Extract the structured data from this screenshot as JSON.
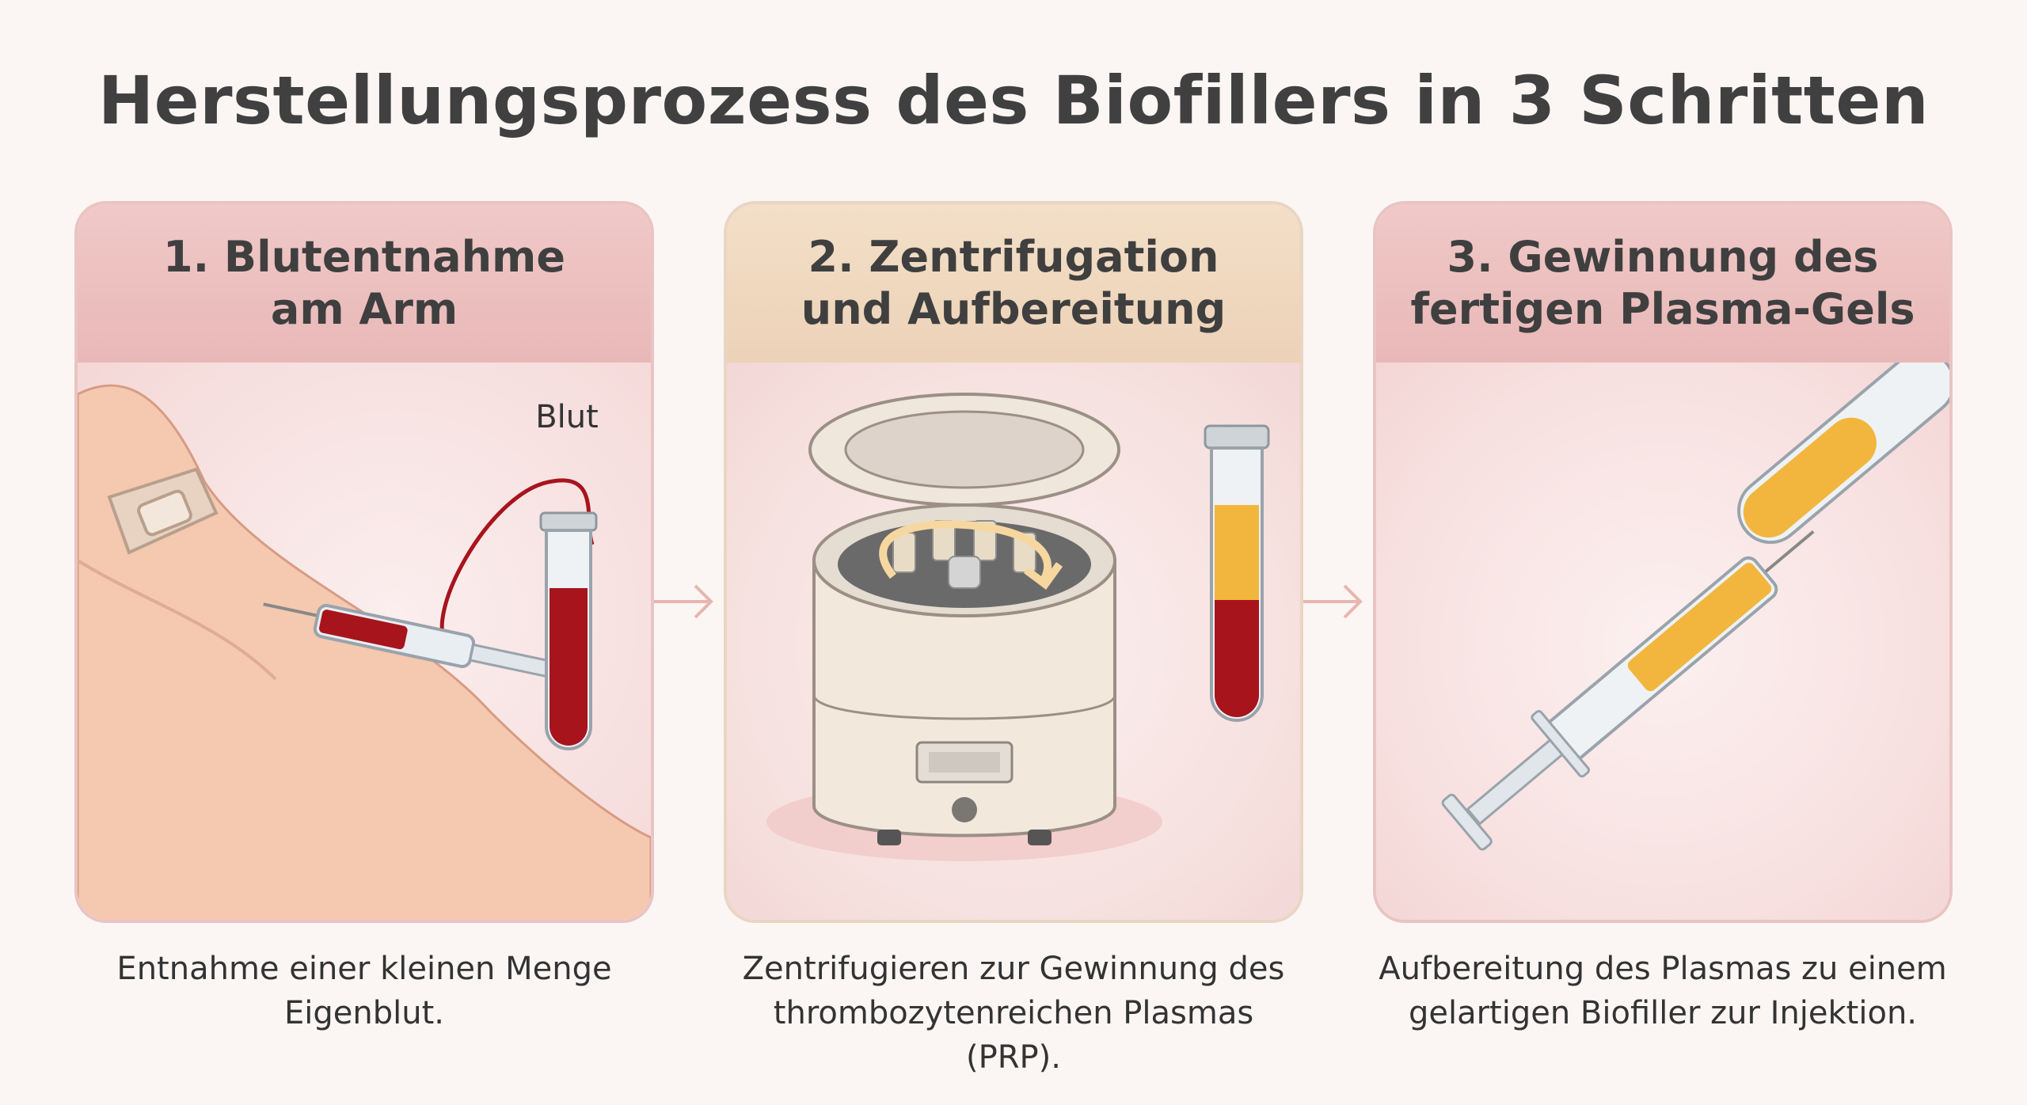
{
  "title": "Herstellungsprozess des Biofillers in 3 Schritten",
  "steps": [
    {
      "header_line1": "1. Blutentnahme",
      "header_line2": "am Arm",
      "label": "Blut",
      "caption_line1": "Entnahme einer kleinen Menge",
      "caption_line2": "Eigenblut."
    },
    {
      "header_line1": "2. Zentrifugation",
      "header_line2": "und Aufbereitung",
      "caption_line1": "Zentrifugieren zur Gewinnung des",
      "caption_line2": "thrombozytenreichen Plasmas (PRP)."
    },
    {
      "header_line1": "3. Gewinnung des",
      "header_line2": "fertigen Plasma-Gels",
      "caption_line1": "Aufbereitung des Plasmas zu einem",
      "caption_line2": "gelartigen Biofiller zur Injektion."
    }
  ],
  "colors": {
    "blood": "#a8141c",
    "plasma": "#f2b63e",
    "card_border": "#e9c4c3",
    "arrow": "#e8b5b0"
  },
  "icons": [
    "arm-illustration",
    "syringe-icon",
    "test-tube-icon",
    "centrifuge-icon",
    "rotation-arrow-icon",
    "plasma-tube-icon",
    "gel-syringe-icon",
    "arrow-right-icon"
  ]
}
